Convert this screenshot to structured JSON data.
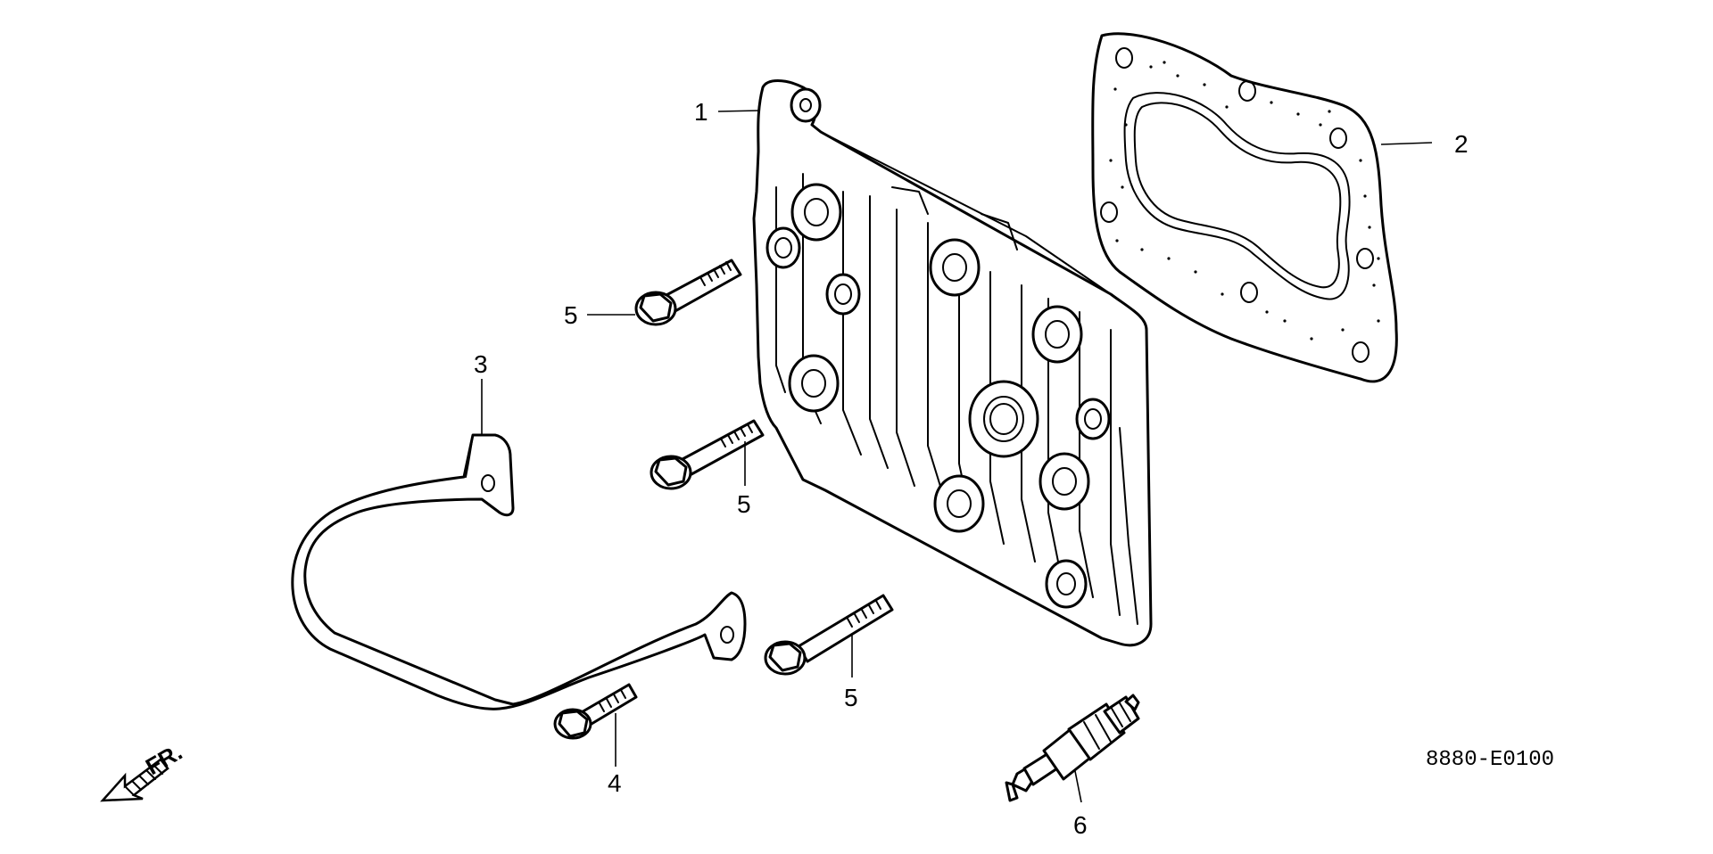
{
  "figure_code": "8880-E0100",
  "front_marker": {
    "label": "FR.",
    "icon": "arrow-front-icon"
  },
  "callouts": [
    {
      "id": "1",
      "label": "1",
      "part": "cylinder-head"
    },
    {
      "id": "2",
      "label": "2",
      "part": "cylinder-head-gasket"
    },
    {
      "id": "3",
      "label": "3",
      "part": "lifting-handle-bracket"
    },
    {
      "id": "4",
      "label": "4",
      "part": "flange-bolt-small"
    },
    {
      "id": "5a",
      "label": "5",
      "part": "flange-bolt"
    },
    {
      "id": "5b",
      "label": "5",
      "part": "flange-bolt"
    },
    {
      "id": "5c",
      "label": "5",
      "part": "flange-bolt"
    },
    {
      "id": "6",
      "label": "6",
      "part": "spark-plug"
    }
  ]
}
